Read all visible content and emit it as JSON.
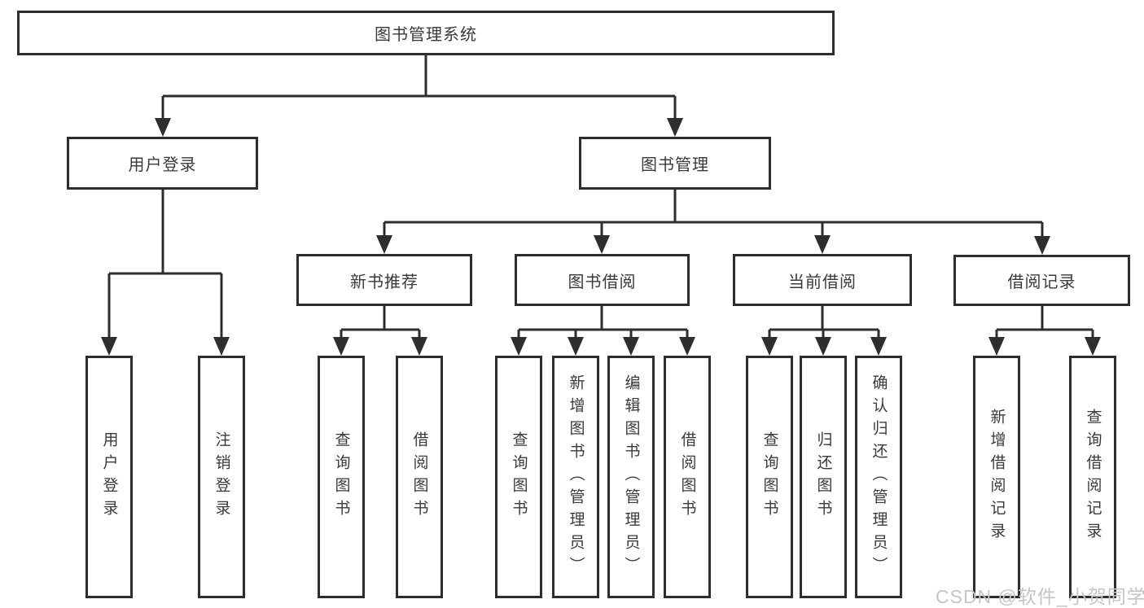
{
  "nodes": {
    "root": "图书管理系统",
    "user_login": "用户登录",
    "book_mgmt": "图书管理",
    "new_book": "新书推荐",
    "book_borrow": "图书借阅",
    "current_borrow": "当前借阅",
    "borrow_records": "借阅记录",
    "leaf_user_login": "用户登录",
    "leaf_logout": "注销登录",
    "leaf_nb_query": "查询图书",
    "leaf_nb_borrow": "借阅图书",
    "leaf_bb_query": "查询图书",
    "leaf_bb_add": "新增图书（管理员）",
    "leaf_bb_edit": "编辑图书（管理员）",
    "leaf_bb_borrow": "借阅图书",
    "leaf_cb_query": "查询图书",
    "leaf_cb_return": "归还图书",
    "leaf_cb_confirm": "确认归还（管理员）",
    "leaf_br_add": "新增借阅记录",
    "leaf_br_query": "查询借阅记录"
  },
  "watermark": "CSDN @软件_小贺同学",
  "colors": {
    "line": "#2e2e2e",
    "text": "#3a3a3a",
    "watermark": "#c5c5c5",
    "background": "#ffffff"
  }
}
